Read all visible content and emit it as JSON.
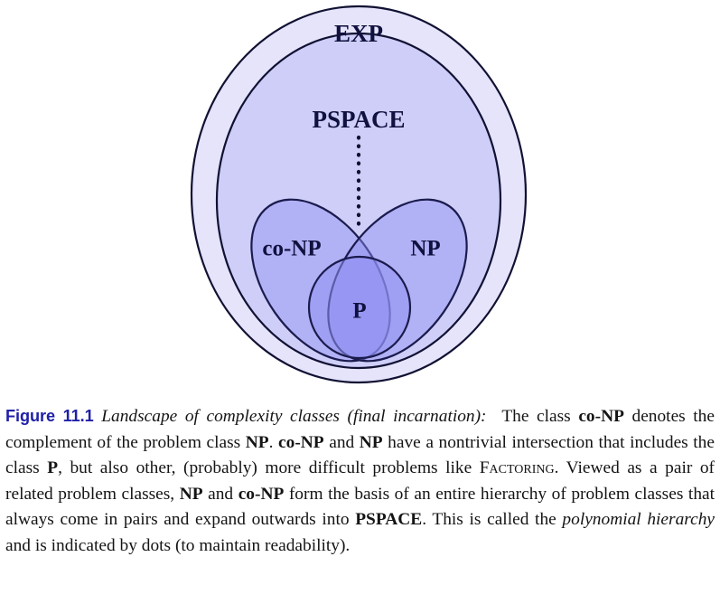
{
  "figure": {
    "diagram_name": "complexity-class-venn-diagram",
    "classes": [
      {
        "id": "exp",
        "label": "EXP",
        "shape": "ellipse",
        "fill": "#e5e4fb",
        "stroke": "#111133"
      },
      {
        "id": "pspace",
        "label": "PSPACE",
        "shape": "ellipse",
        "fill": "#cecef9",
        "stroke": "#111133"
      },
      {
        "id": "conp",
        "label": "co-NP",
        "shape": "tilted-ellipse",
        "fill": "#b7b7fa",
        "stroke": "#1b1b4d"
      },
      {
        "id": "np",
        "label": "NP",
        "shape": "tilted-ellipse",
        "fill": "#b7b7fa",
        "stroke": "#1b1b4d"
      },
      {
        "id": "p",
        "label": "P",
        "shape": "circle",
        "fill": "#9c9cf4",
        "stroke": "#1b1b4d"
      }
    ],
    "hierarchy_connector": {
      "name": "polynomial-hierarchy-dots",
      "style": "dotted",
      "color": "#111133"
    }
  },
  "caption": {
    "figure_number": "Figure 11.1",
    "title": "Landscape of complexity classes (final incarnation):",
    "part1": "  The class ",
    "b_conp_1": "co-NP",
    "part2": " denotes the complement of the problem class ",
    "b_np_1": "NP",
    "part3": ". ",
    "b_conp_2": "co-NP",
    "part4": " and ",
    "b_np_2": "NP",
    "part5": " have a nontrivial intersection that includes the class ",
    "b_p": "P",
    "part6": ", but also other, (probably) more difficult problems like ",
    "sc_factoring": "Factoring",
    "part7": ". Viewed as a pair of related problem classes, ",
    "b_np_3": "NP",
    "part8": " and ",
    "b_conp_3": "co-NP",
    "part9": " form the basis of an entire hierarchy of problem classes that always come in pairs and expand outwards into ",
    "b_pspace": "PSPACE",
    "part10": ". This is called the ",
    "i_polyhier": "polynomial hierarchy",
    "part11": " and is indicated by dots (to maintain readability)."
  }
}
